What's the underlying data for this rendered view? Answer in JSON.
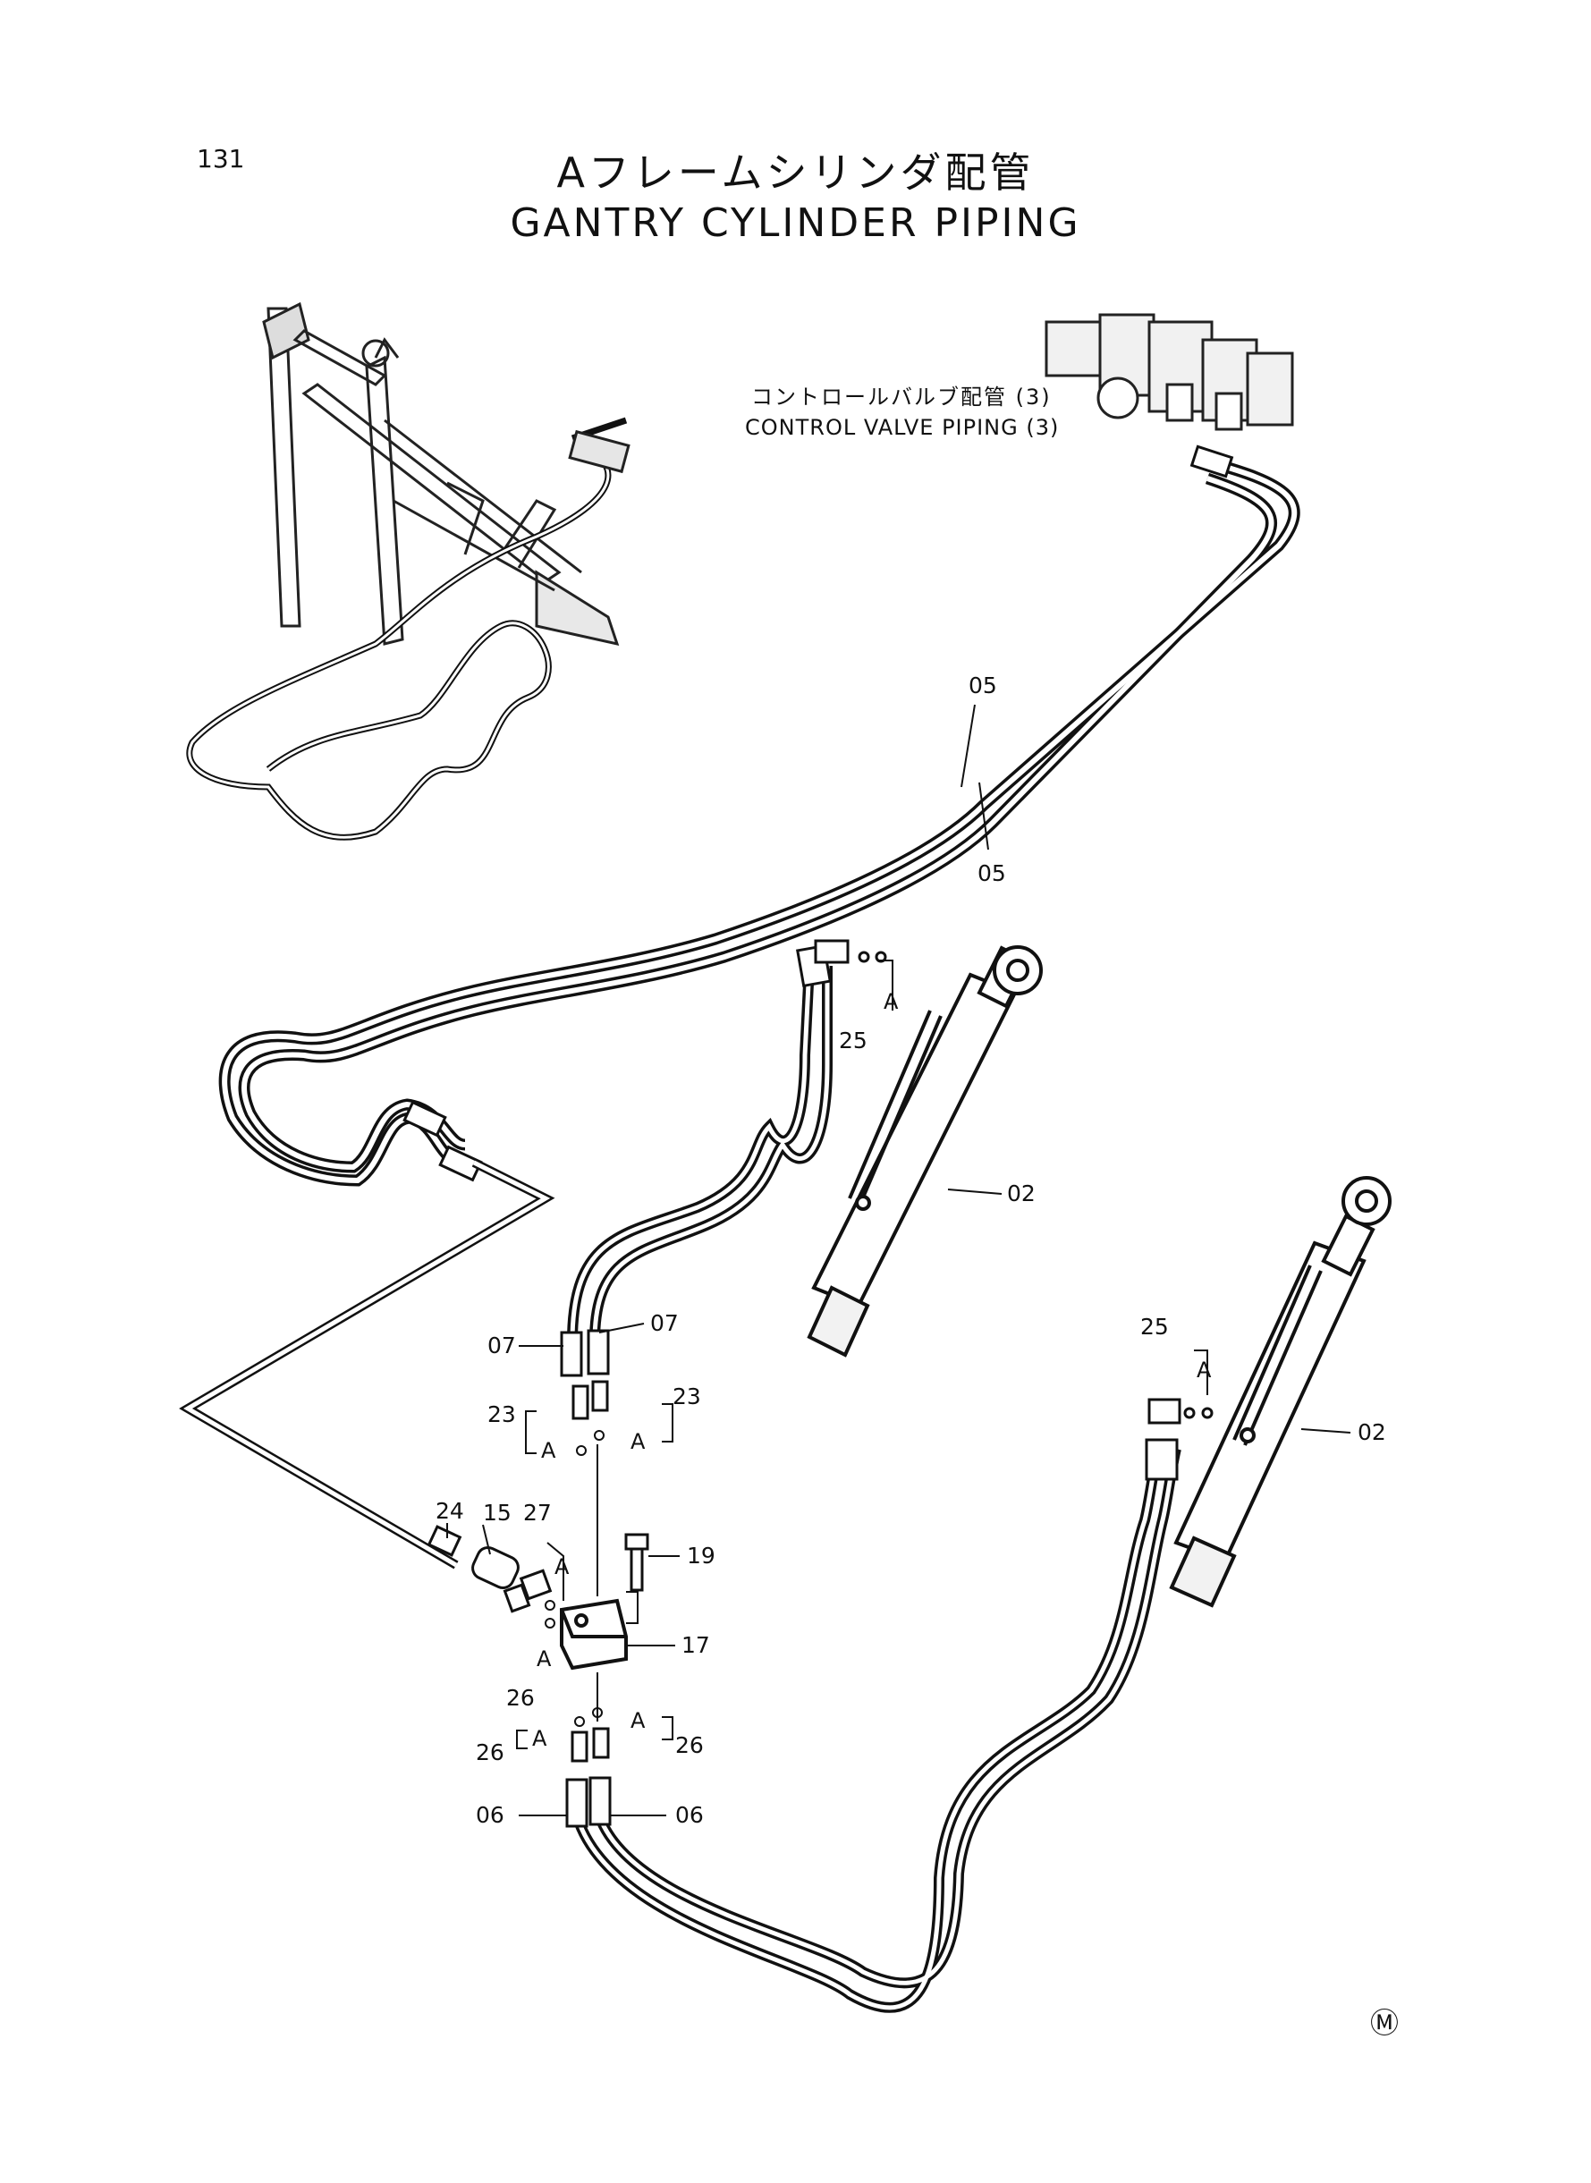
{
  "page": {
    "number": "131"
  },
  "title": {
    "ja": "Aフレームシリンダ配管",
    "en": "GANTRY CYLINDER PIPING"
  },
  "reference": {
    "ja": "コントロールバルブ配管 (3)",
    "en": "CONTROL VALVE PIPING (3)"
  },
  "callouts": {
    "c05a": "05",
    "c05b": "05",
    "c25a": "25",
    "c25b": "25",
    "c02a": "02",
    "c02b": "02",
    "c07a": "07",
    "c07b": "07",
    "c23a": "23",
    "c23b": "23",
    "c24": "24",
    "c15": "15",
    "c27": "27",
    "c19": "19",
    "c17": "17",
    "c26a": "26",
    "c26b": "26",
    "c26c": "26",
    "c06a": "06",
    "c06b": "06"
  },
  "detail_marks": {
    "a1": "A",
    "a2": "A",
    "a3": "A",
    "a4": "A",
    "a5": "A",
    "a6": "A",
    "a7": "A",
    "a8": "A"
  },
  "footer": {
    "symbol": "Ⓜ"
  }
}
